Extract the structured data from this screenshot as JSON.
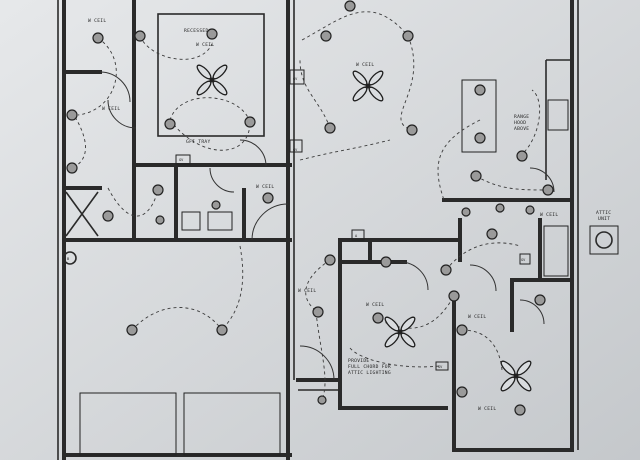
{
  "labels": {
    "ceil": "W CEIL",
    "recessed": "RECESSED",
    "gfi": "GFI TRAY",
    "gv": "GV",
    "provide_1": "PROVIDE",
    "provide_2": "FULL CHORD FOR",
    "provide_3": "ATTIC LIGHTING",
    "range_1": "RANGE",
    "range_2": "HOOD",
    "range_3": "ABOVE",
    "attic_1": "ATTIC",
    "attic_2": "UNIT",
    "tag_a": "A",
    "tag_b": "B"
  }
}
